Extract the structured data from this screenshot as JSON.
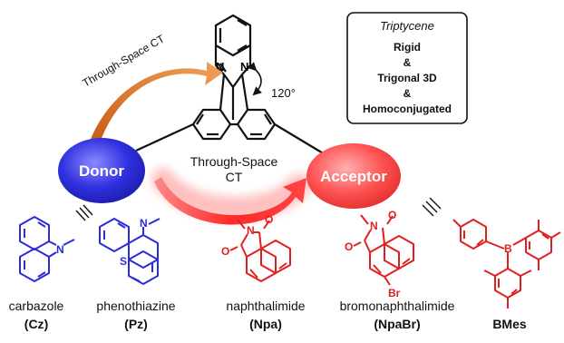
{
  "box": {
    "title": "Triptycene",
    "lines": [
      "Rigid",
      "&",
      "Trigonal 3D",
      "&",
      "Homoconjugated"
    ]
  },
  "labels": {
    "through_space_top": "Through-Space CT",
    "through_space_mid_1": "Through-Space",
    "through_space_mid_2": "CT",
    "angle": "120°",
    "donor": "Donor",
    "acceptor": "Acceptor",
    "n_left": "N",
    "n_right": "N"
  },
  "molecules": [
    {
      "name": "carbazole",
      "abbr": "Cz",
      "color": "#2b2bd9",
      "atoms": [
        "N"
      ]
    },
    {
      "name": "phenothiazine",
      "abbr": "Pz",
      "color": "#2b2bd9",
      "atoms": [
        "N",
        "S"
      ]
    },
    {
      "name": "naphthalimide",
      "abbr": "Npa",
      "color": "#e02020",
      "atoms": [
        "N",
        "O",
        "O"
      ]
    },
    {
      "name": "bromonaphthalimide",
      "abbr": "NpaBr",
      "color": "#e02020",
      "atoms": [
        "N",
        "O",
        "O",
        "Br"
      ]
    },
    {
      "name": "",
      "abbr": "BMes",
      "color": "#e02020",
      "atoms": [
        "B"
      ]
    }
  ],
  "colors": {
    "donor": "#2a2ad0",
    "acceptor": "#ff4a4a",
    "arrow_orange": "#e08a3c",
    "arrow_red": "#ff3a3a"
  }
}
